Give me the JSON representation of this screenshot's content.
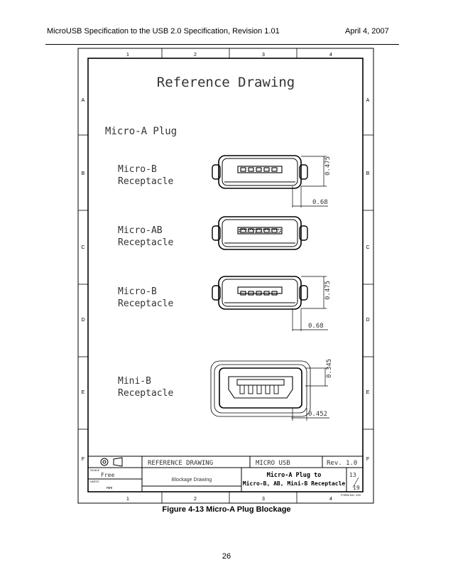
{
  "header": {
    "left": "MicroUSB Specification to the USB 2.0 Specification, Revision 1.01",
    "right": "April 4, 2007"
  },
  "drawing": {
    "title": "Reference Drawing",
    "col_markers": [
      "1",
      "2",
      "3",
      "4"
    ],
    "row_markers": [
      "A",
      "B",
      "C",
      "D",
      "E",
      "F"
    ],
    "plug_label": "Micro-A Plug",
    "items": [
      {
        "label_line1": "Micro-B",
        "label_line2": "Receptacle",
        "dim_vertical": "0.475",
        "dim_horizontal": "0.68"
      },
      {
        "label_line1": "Micro-AB",
        "label_line2": "Receptacle"
      },
      {
        "label_line1": "Micro-B",
        "label_line2": "Receptacle",
        "dim_vertical": "0.475",
        "dim_horizontal": "0.68"
      },
      {
        "label_line1": "Mini-B",
        "label_line2": "Receptacle",
        "dim_vertical": "0.345",
        "dim_horizontal": "0.452"
      }
    ],
    "title_block": {
      "kind": "REFERENCE DRAWING",
      "project": "MICRO USB",
      "rev": "Rev. 1.0",
      "scale_label": "SCALE",
      "scale_value": "Free",
      "units_label": "UNITS",
      "units_value": "mm",
      "sheet_title": "Blockage Drawing",
      "desc_line1": "Micro-A Plug to",
      "desc_line2": "Micro-B, AB, Mini-B Receptacle",
      "sheet_num": "13",
      "sheet_total": "19",
      "form_no": "FORM NO. 229"
    }
  },
  "caption": "Figure 4-13  Micro-A Plug Blockage",
  "page_number": "26"
}
